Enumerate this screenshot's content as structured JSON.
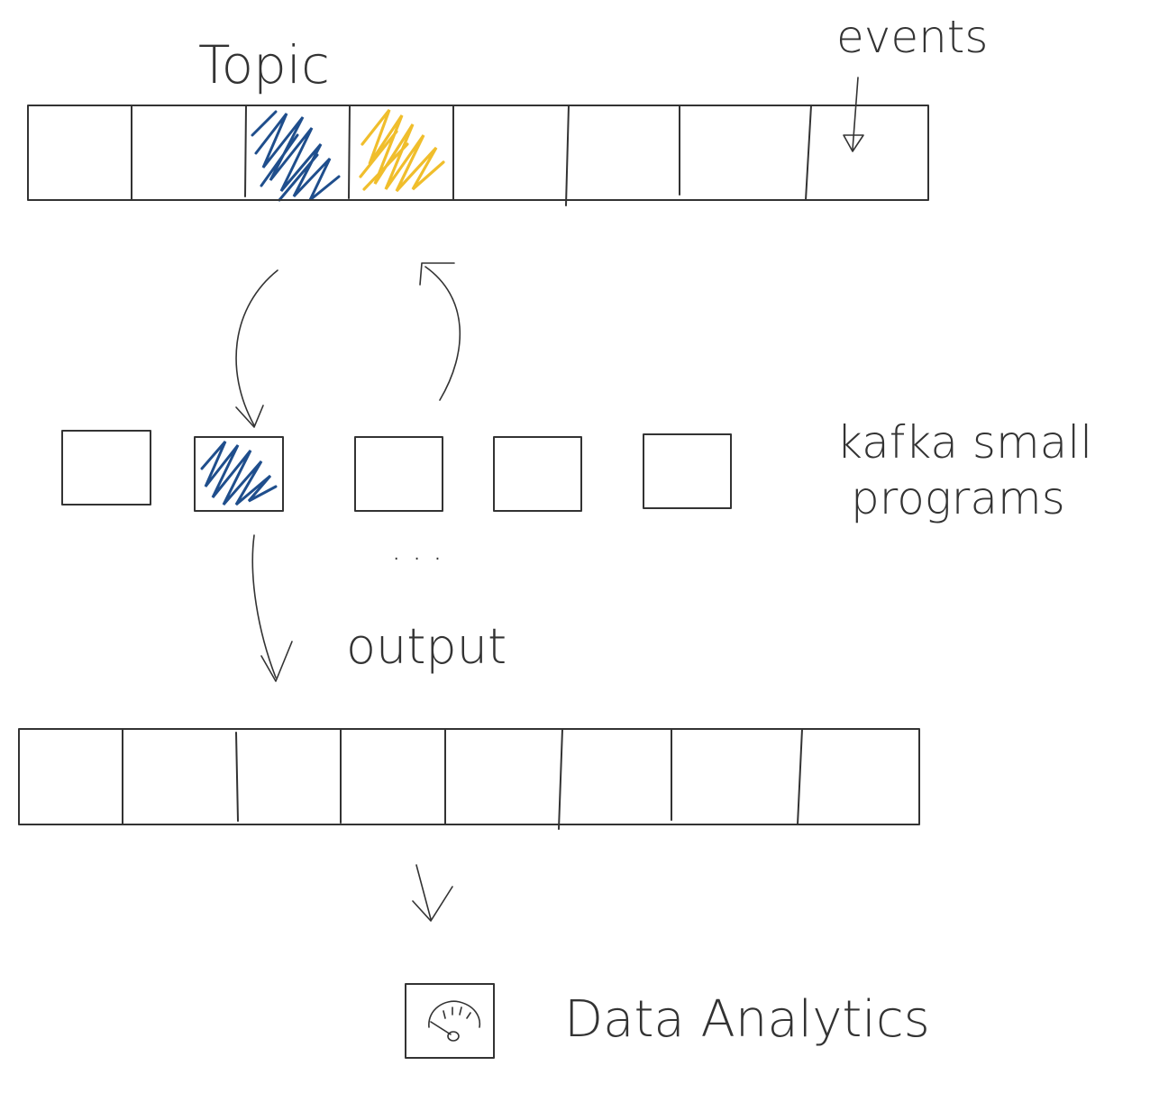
{
  "labels": {
    "topic": "Topic",
    "events": "events",
    "programs_line1": "kafka small",
    "programs_line2": "programs",
    "ellipsis": "· · ·",
    "output": "output",
    "analytics": "Data Analytics"
  },
  "colors": {
    "ink": "#333333",
    "blue_event": "#1f4e8c",
    "yellow_event": "#f0be2c"
  },
  "topic": {
    "cell_count": 8,
    "filled_cells": [
      {
        "index": 2,
        "color": "blue"
      },
      {
        "index": 3,
        "color": "yellow"
      }
    ]
  },
  "programs": {
    "count": 5,
    "active_index": 1,
    "active_color": "blue"
  },
  "output_topic": {
    "cell_count": 8
  },
  "analytics_icon": "gauge-icon"
}
